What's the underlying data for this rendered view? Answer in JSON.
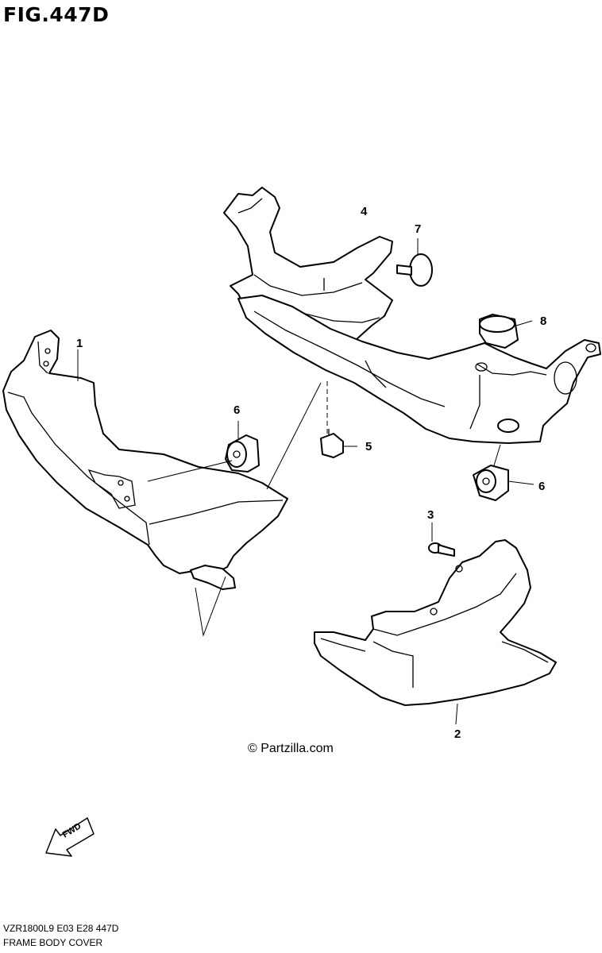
{
  "figure": {
    "title": "FIG.447D",
    "callouts": {
      "c1": "1",
      "c2": "2",
      "c3": "3",
      "c4": "4",
      "c5": "5",
      "c6a": "6",
      "c6b": "6",
      "c7": "7",
      "c8": "8"
    },
    "copyright": "© Partzilla.com",
    "fwd_label": "FWD",
    "footer": {
      "model": "VZR1800L9  E03  E28  447D",
      "section": "FRAME BODY COVER"
    }
  }
}
